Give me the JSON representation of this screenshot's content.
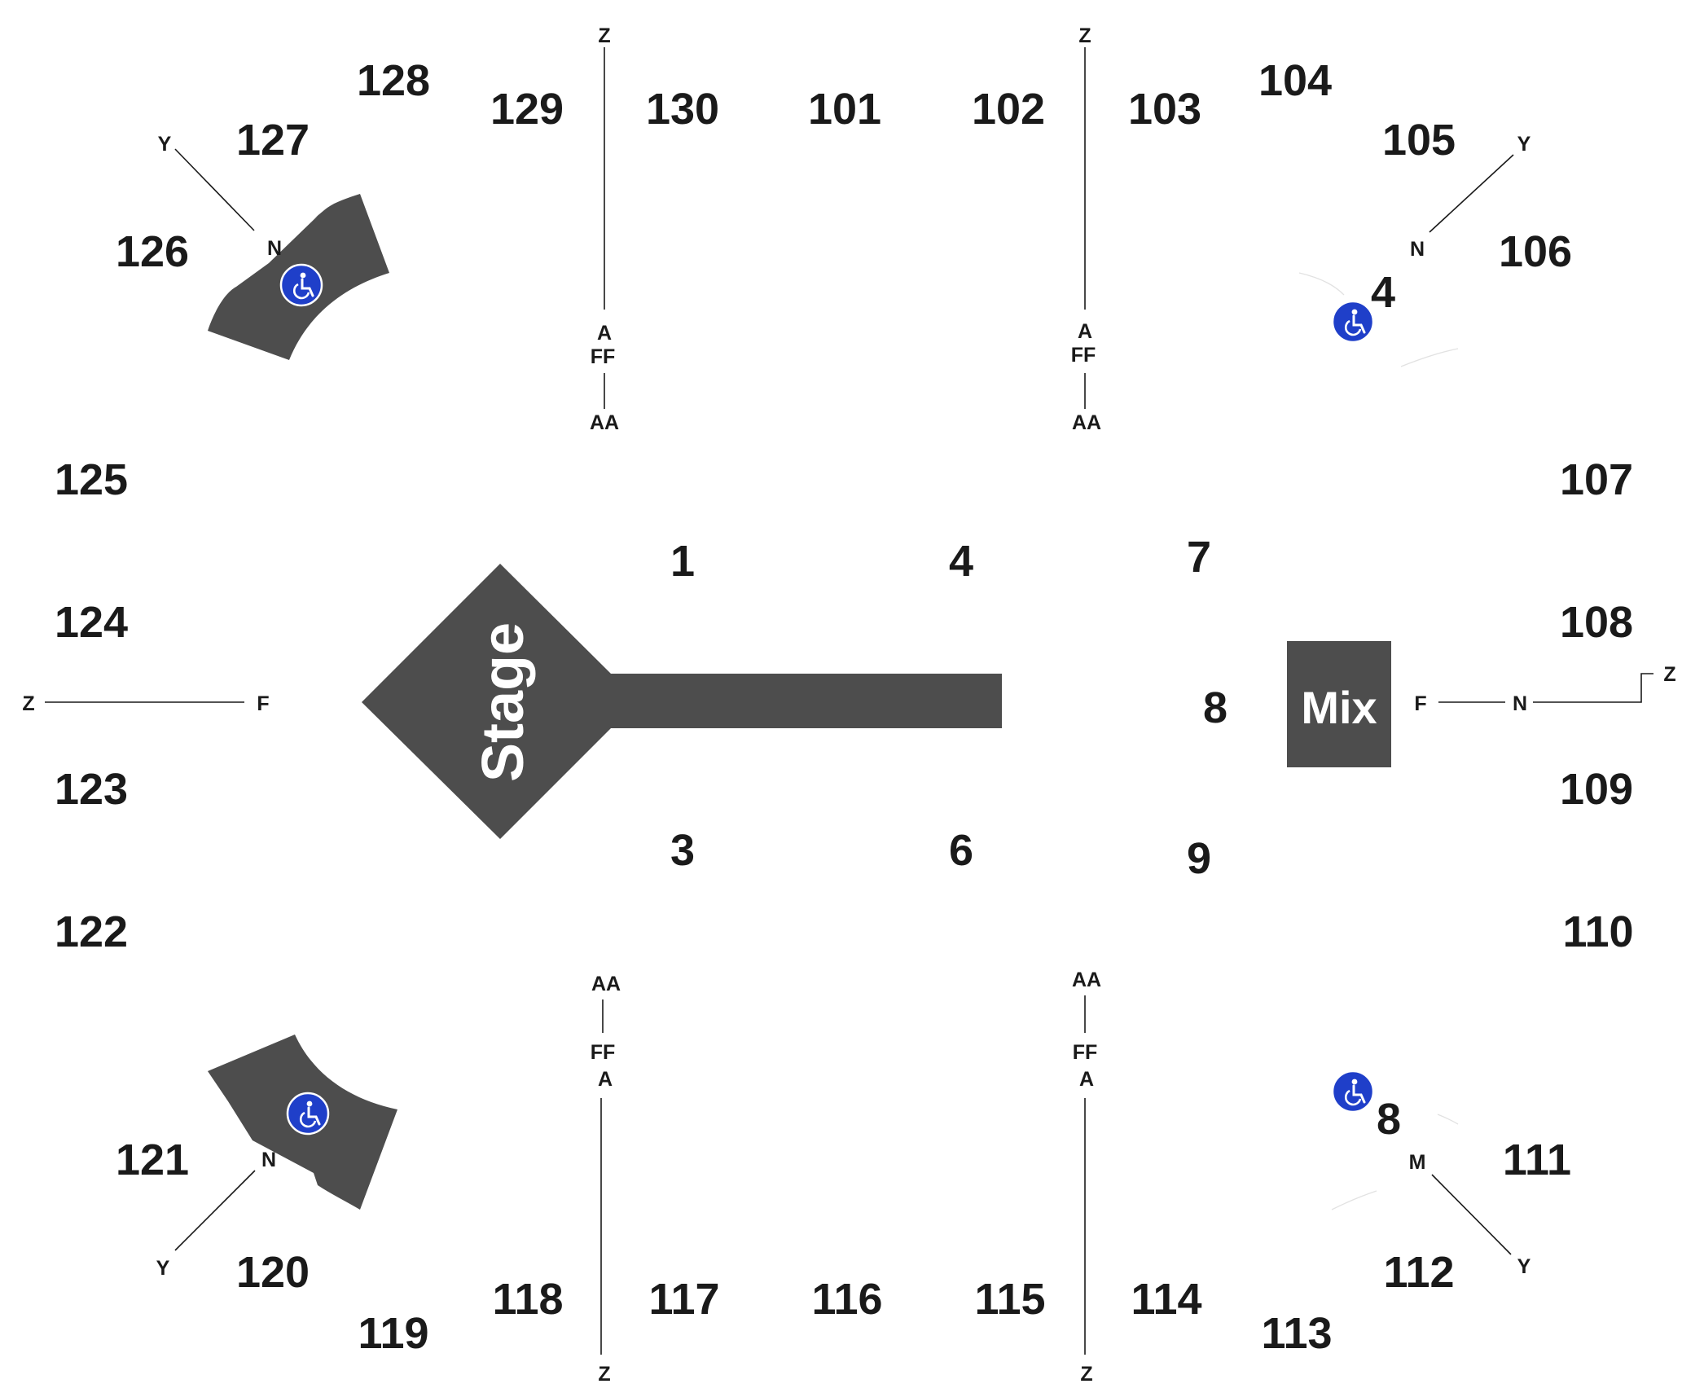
{
  "venue": {
    "stage_label": "Stage",
    "mix_label": "Mix",
    "colors": {
      "block": "#4d4d4d",
      "text": "#1a1a1a",
      "accessible": "#1f3fc9"
    },
    "accessible_icon": "wheelchair-icon"
  },
  "sections": {
    "s101": "101",
    "s102": "102",
    "s103": "103",
    "s104": "104",
    "s105": "105",
    "s106": "106",
    "s107": "107",
    "s108": "108",
    "s109": "109",
    "s110": "110",
    "s111": "111",
    "s112": "112",
    "s113": "113",
    "s114": "114",
    "s115": "115",
    "s116": "116",
    "s117": "117",
    "s118": "118",
    "s119": "119",
    "s120": "120",
    "s121": "121",
    "s122": "122",
    "s123": "123",
    "s124": "124",
    "s125": "125",
    "s126": "126",
    "s127": "127",
    "s128": "128",
    "s129": "129",
    "s130": "130"
  },
  "floor_sections": {
    "f1": "1",
    "f3": "3",
    "f4": "4",
    "f6": "6",
    "f7": "7",
    "f8": "8",
    "f9": "9"
  },
  "accessible_sections": {
    "a4": "4",
    "a8": "8"
  },
  "row_labels": {
    "z": "Z",
    "a": "A",
    "ff": "FF",
    "aa": "AA",
    "y": "Y",
    "n": "N",
    "f": "F",
    "m": "M"
  }
}
